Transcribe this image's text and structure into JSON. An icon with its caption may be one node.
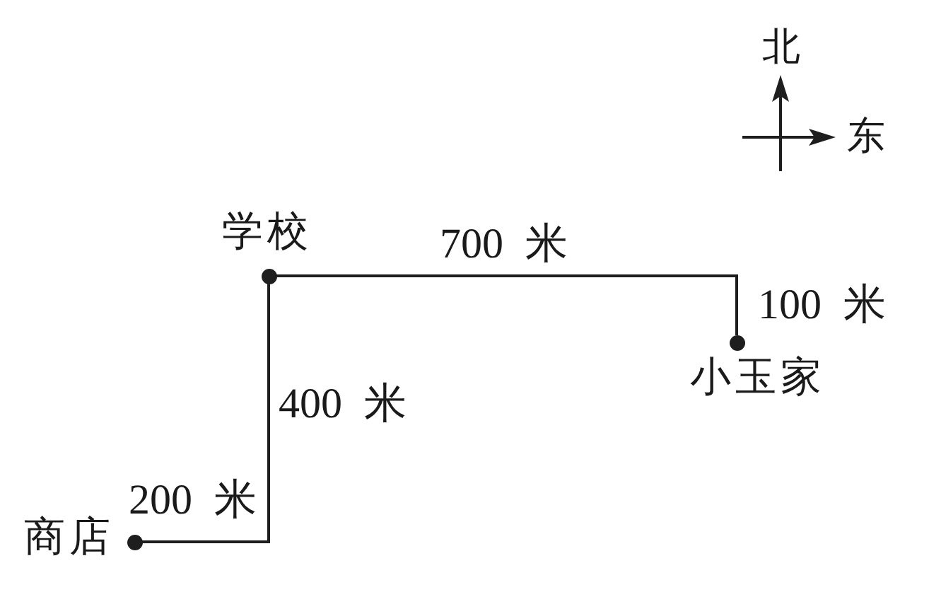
{
  "diagram": {
    "nodes": [
      {
        "text": [
          "学校"
        ]
      },
      {
        "text": [
          "小玉家"
        ]
      },
      {
        "text": [
          "商店"
        ]
      }
    ],
    "edges": [
      {
        "from": 0,
        "to": 1,
        "arrow": "none"
      },
      {
        "from": 2,
        "to": 0,
        "arrow": "none"
      }
    ],
    "labels": [
      "北",
      "东",
      "700 米",
      "100 米",
      "400 米",
      "200 米"
    ]
  }
}
